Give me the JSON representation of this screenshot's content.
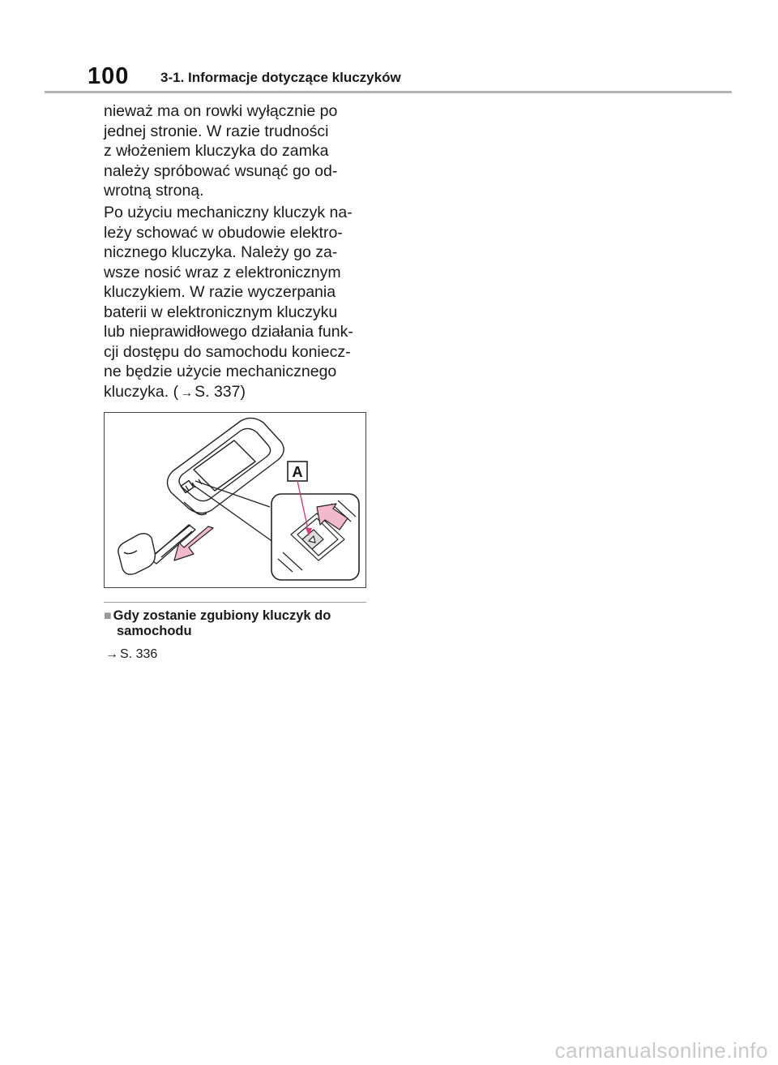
{
  "header": {
    "page_number": "100",
    "section_title": "3-1. Informacje dotyczące kluczyków"
  },
  "paragraph1": {
    "lines": [
      "nieważ ma on rowki wyłącznie po",
      "jednej stronie. W razie trudności",
      "z włożeniem kluczyka do zamka",
      "należy spróbować wsunąć go od-",
      "wrotną stroną."
    ]
  },
  "paragraph2": {
    "lines": [
      "Po użyciu mechaniczny kluczyk na-",
      "leży schować w obudowie elektro-",
      "nicznego kluczyka. Należy go za-",
      "wsze nosić wraz z elektronicznym",
      "kluczykiem. W razie wyczerpania",
      "baterii w elektronicznym kluczyku",
      "lub nieprawidłowego działania funk-",
      "cji dostępu do samochodu koniecz-",
      "ne będzie użycie mechanicznego"
    ],
    "last_line_prefix": "kluczyka. (",
    "last_line_arrow": "→",
    "last_line_ref": "S. 337)"
  },
  "figure": {
    "callout_label": "A",
    "colors": {
      "arrow_pink": "#f2b8cc",
      "pointer_line": "#e0387a",
      "outline": "#222222"
    }
  },
  "subsection": {
    "bullet": "■",
    "title_line1": "Gdy zostanie zgubiony kluczyk do",
    "title_line2": "samochodu",
    "ref_arrow": "→",
    "ref_text": "S. 336"
  },
  "watermark": "carmanualsonline.info"
}
